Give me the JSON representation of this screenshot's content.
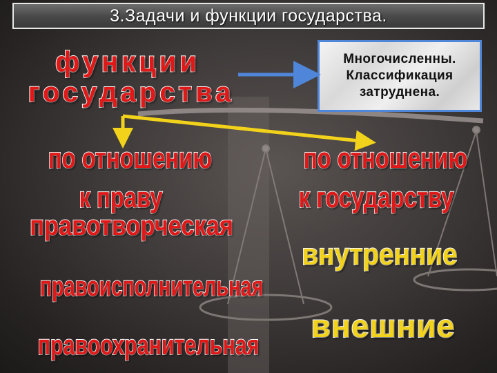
{
  "header": {
    "title": "3.Задачи и функции государства."
  },
  "heading": {
    "line1": "функции",
    "line2": "государства"
  },
  "note": {
    "text": "Многочисленны.\nКлассификация\nзатруднена."
  },
  "left_group": {
    "heading_line1": "по отношению",
    "heading_line2": "к праву",
    "functions": [
      "правотворческая",
      "правоисполнительная",
      "правоохранительная"
    ]
  },
  "right_group": {
    "heading_line1": "по отношению",
    "heading_line2": "к государству",
    "functions": [
      "внутренние",
      "внешние"
    ]
  },
  "colors": {
    "red_text": "#e01818",
    "yellow_text": "#f2d21a",
    "blue_arrow": "#4f86d9",
    "yellow_arrow": "#f2d21a"
  }
}
